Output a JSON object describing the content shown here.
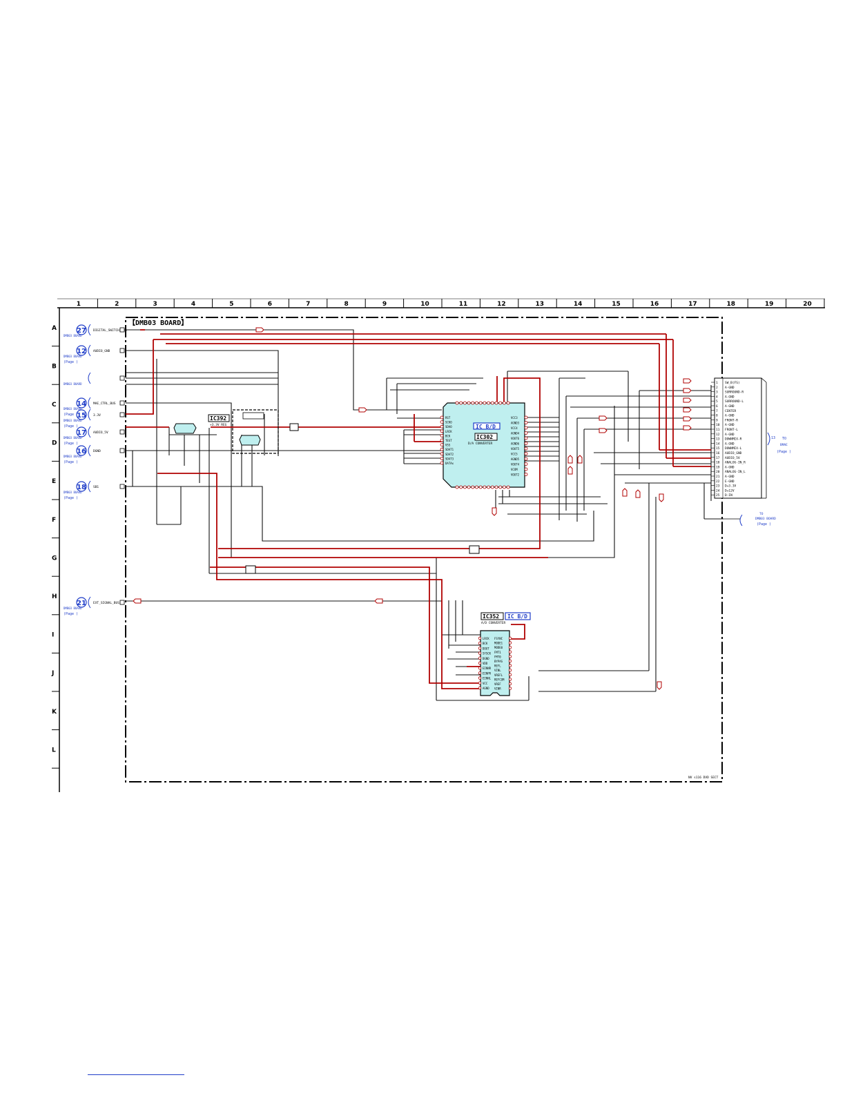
{
  "board": {
    "title": "【DMB03 BOARD】"
  },
  "grid": {
    "columns": [
      "1",
      "2",
      "3",
      "4",
      "5",
      "6",
      "7",
      "8",
      "9",
      "10",
      "11",
      "12",
      "13",
      "14",
      "15",
      "16",
      "17",
      "18",
      "19",
      "20"
    ],
    "rows": [
      "A",
      "B",
      "C",
      "D",
      "E",
      "F",
      "G",
      "H",
      "I",
      "J",
      "K",
      "L"
    ]
  },
  "left_connectors": [
    {
      "num": "27",
      "board": "DMB03 BOARD",
      "page": "",
      "signal": "DIGITAL_SWITCH_BUS"
    },
    {
      "num": "12",
      "board": "DMB03 BOARD",
      "page": "(Page )",
      "signal": "AUDIO_GND"
    },
    {
      "num": "",
      "board": "DMB03 BOARD",
      "page": "",
      "signal": ""
    },
    {
      "num": "14",
      "board": "DMB03 BOARD",
      "page": "(Page )",
      "signal": "MAE_CTRL_BUS"
    },
    {
      "num": "15",
      "board": "DMB03 BOARD",
      "page": "(Page )",
      "signal": "3.3V"
    },
    {
      "num": "17",
      "board": "DMB03 BOARD",
      "page": "(Page )",
      "signal": "AUDIO_5V"
    },
    {
      "num": "16",
      "board": "DMB03 BOARD",
      "page": "(Page )",
      "signal": "DGND"
    },
    {
      "num": "18",
      "board": "DMB03 BOARD",
      "page": "(Page )",
      "signal": "SB1"
    },
    {
      "num": "21",
      "board": "DMB03 BOARD",
      "page": "(Page )",
      "signal": "EXT_SIGNAL_BUS"
    }
  ],
  "ics": {
    "ic392": {
      "name": "IC392",
      "desc": "+3.3V REG"
    },
    "ic302": {
      "name": "IC302",
      "desc": "D/A CONVERTER",
      "tag": "IC B/D"
    },
    "ic352": {
      "name": "IC352",
      "desc": "A/D CONVERTER",
      "tag": "IC B/D"
    }
  },
  "ic302_left_pins": [
    "RST",
    "SCKO",
    "SDAO",
    "LRCK",
    "BCK",
    "TEST",
    "VSS",
    "SDAT1",
    "SDAT2",
    "SDAT3",
    "DATAx"
  ],
  "ic302_right_pins": [
    "VCC3",
    "AGND3",
    "VCC4",
    "AGND4",
    "VOUT6",
    "AGND6",
    "VOUT5",
    "VCC5",
    "AGND5",
    "VOUT4",
    "VCOM",
    "VOUT2"
  ],
  "ic352_left_pins": [
    "LRCK",
    "BCK",
    "DOUT",
    "SYSCK",
    "DGND",
    "VDD",
    "EINNR",
    "EINPR",
    "EINNL",
    "VCC",
    "AGND"
  ],
  "ic352_right_pins": [
    "FSYNC",
    "MODE1",
    "MODE0",
    "FMT1",
    "FMT0",
    "BYPAS",
    "REFL",
    "VINL",
    "VREFL",
    "REFCOM",
    "VREF",
    "VINR"
  ],
  "output_connector": {
    "pins": [
      {
        "n": "1",
        "s": "SW_B(FS)"
      },
      {
        "n": "2",
        "s": "A-GND"
      },
      {
        "n": "3",
        "s": "SURROUND-R"
      },
      {
        "n": "4",
        "s": "A-GND"
      },
      {
        "n": "5",
        "s": "SURROUND-L"
      },
      {
        "n": "6",
        "s": "A-GND"
      },
      {
        "n": "7",
        "s": "CENTER"
      },
      {
        "n": "8",
        "s": "A-GND"
      },
      {
        "n": "9",
        "s": "FRONT-R"
      },
      {
        "n": "10",
        "s": "A-GND"
      },
      {
        "n": "11",
        "s": "FRONT-L"
      },
      {
        "n": "12",
        "s": "A-GND"
      },
      {
        "n": "13",
        "s": "DOWNMIX-R"
      },
      {
        "n": "14",
        "s": "A-GND"
      },
      {
        "n": "15",
        "s": "DOWNMIX-L"
      },
      {
        "n": "16",
        "s": "AUDIO_GND"
      },
      {
        "n": "17",
        "s": "AUDIO_5V"
      },
      {
        "n": "18",
        "s": "ANALOG-IN_R"
      },
      {
        "n": "19",
        "s": "A-GND"
      },
      {
        "n": "20",
        "s": "ANALOG-IN_L"
      },
      {
        "n": "21",
        "s": "A-GND"
      },
      {
        "n": "22",
        "s": "E-GND"
      },
      {
        "n": "23",
        "s": "D+3.3V"
      },
      {
        "n": "24",
        "s": "D+12V"
      },
      {
        "n": "25",
        "s": "D-IN"
      }
    ],
    "to_label": "TO",
    "to_board": "BMAE",
    "page": "(Page )",
    "num": "13"
  },
  "bottom_connector": {
    "to_label": "TO",
    "board": "DMB03 BOARD",
    "page": "(Page )"
  },
  "footer_note": "NV  s116 DVD SECT",
  "colors": {
    "red": "#b00000",
    "blue": "#1e3cc8",
    "cyan_fill": "#bfefef",
    "black": "#111111"
  }
}
